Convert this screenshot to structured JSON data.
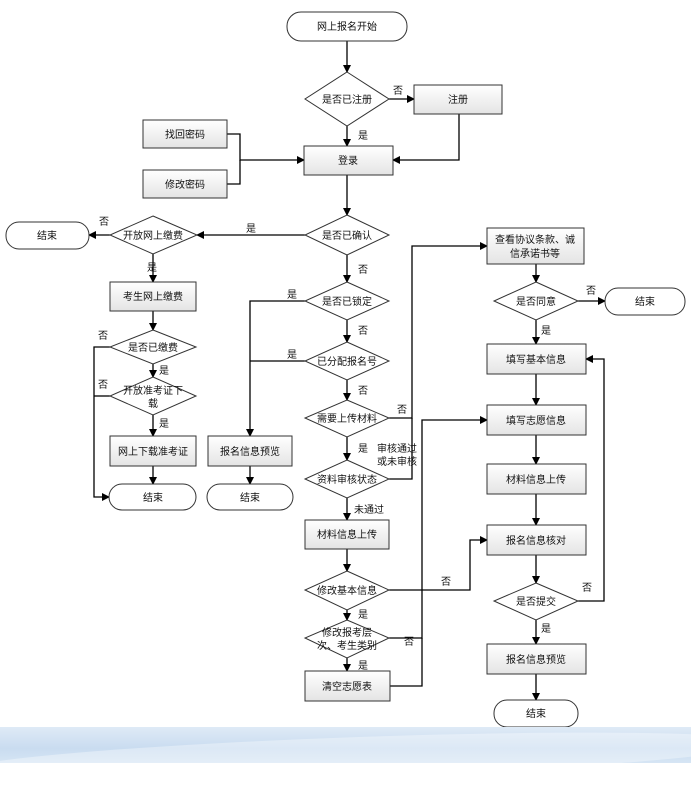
{
  "colors": {
    "box_fill_top": "#ffffff",
    "box_fill_bottom": "#e6e6e6",
    "stroke": "#333333",
    "band": "#cfe0f2"
  },
  "nodes": {
    "start": "网上报名开始",
    "q_registered": "是否已注册",
    "register": "注册",
    "find_pwd": "找回密码",
    "change_pwd": "修改密码",
    "login": "登录",
    "q_confirmed": "是否已确认",
    "q_online_pay": "开放网上缴费",
    "end_left": "结束",
    "pay_online": "考生网上缴费",
    "q_paid": "是否已缴费",
    "q_ticket_line1": "开放准考证下",
    "q_ticket_line2": "载",
    "download_ticket": "网上下载准考证",
    "end_pay": "结束",
    "q_locked": "是否已锁定",
    "q_assigned": "已分配报名号",
    "preview_left": "报名信息预览",
    "end_preview": "结束",
    "q_upload": "需要上传材料",
    "q_review": "资料审核状态",
    "upload_mid": "材料信息上传",
    "q_modify_basic": "修改基本信息",
    "q_modify_level_line1": "修改报考层",
    "q_modify_level_line2": "次、考生类别",
    "clear_wish": "清空志愿表",
    "agreement_line1": "查看协议条款、诚",
    "agreement_line2": "信承诺书等",
    "q_agree": "是否同意",
    "end_agree": "结束",
    "fill_basic": "填写基本信息",
    "fill_wish": "填写志愿信息",
    "upload_right": "材料信息上传",
    "verify": "报名信息核对",
    "q_submit": "是否提交",
    "preview_right": "报名信息预览",
    "end_final": "结束"
  },
  "edge_labels": {
    "reg_no": "否",
    "reg_yes": "是",
    "conf_yes": "是",
    "conf_no": "否",
    "pay_open_no": "否",
    "pay_open_yes": "是",
    "paid_no": "否",
    "paid_yes": "是",
    "ticket_no": "否",
    "ticket_yes": "是",
    "lock_yes": "是",
    "lock_no": "否",
    "assign_yes": "是",
    "assign_no": "否",
    "upload_no": "否",
    "upload_yes": "是",
    "review_pass_line1": "审核通过",
    "review_pass_line2": "或未审核",
    "review_fail": "未通过",
    "basic_no": "否",
    "basic_yes": "是",
    "level_no": "否",
    "level_yes": "是",
    "agree_no": "否",
    "agree_yes": "是",
    "submit_no": "否",
    "submit_yes": "是"
  }
}
